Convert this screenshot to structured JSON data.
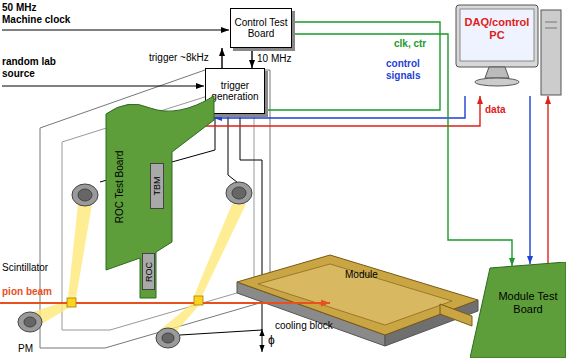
{
  "diagram": {
    "nodes": [
      {
        "text": [
          "Control Test Board"
        ]
      },
      {
        "text": [
          "trigger generation"
        ]
      },
      {
        "text": [
          "DAQ/control PC"
        ]
      },
      {
        "text": [
          "ROC Test Board"
        ]
      },
      {
        "text": [
          "TBM"
        ],
        "in": 3
      },
      {
        "text": [
          "ROC"
        ],
        "in": 3
      },
      {
        "text": [
          "Module Test Board"
        ]
      }
    ],
    "edges": [
      {
        "from": 1,
        "to": 0,
        "label": "trigger ~8kHz",
        "arrow": "to"
      },
      {
        "from": 0,
        "to": 1,
        "label": "10 MHz",
        "arrow": "to"
      },
      {
        "from": 0,
        "to": 3,
        "arrow": "to"
      },
      {
        "from": 2,
        "to": 3,
        "arrow": "to"
      },
      {
        "from": 3,
        "to": 2,
        "label": "data",
        "arrow": "to"
      },
      {
        "from": 0,
        "to": 6,
        "arrow": "to"
      },
      {
        "from": 2,
        "to": 6,
        "arrow": "to"
      },
      {
        "from": 6,
        "to": 2,
        "arrow": "to"
      }
    ],
    "labels": [
      "50 MHz Machine clock",
      "random lab source",
      "clk, ctr",
      "control signals",
      "Scintillator",
      "pion beam",
      "PM",
      "Module",
      "cooling block",
      "ϕ"
    ]
  }
}
